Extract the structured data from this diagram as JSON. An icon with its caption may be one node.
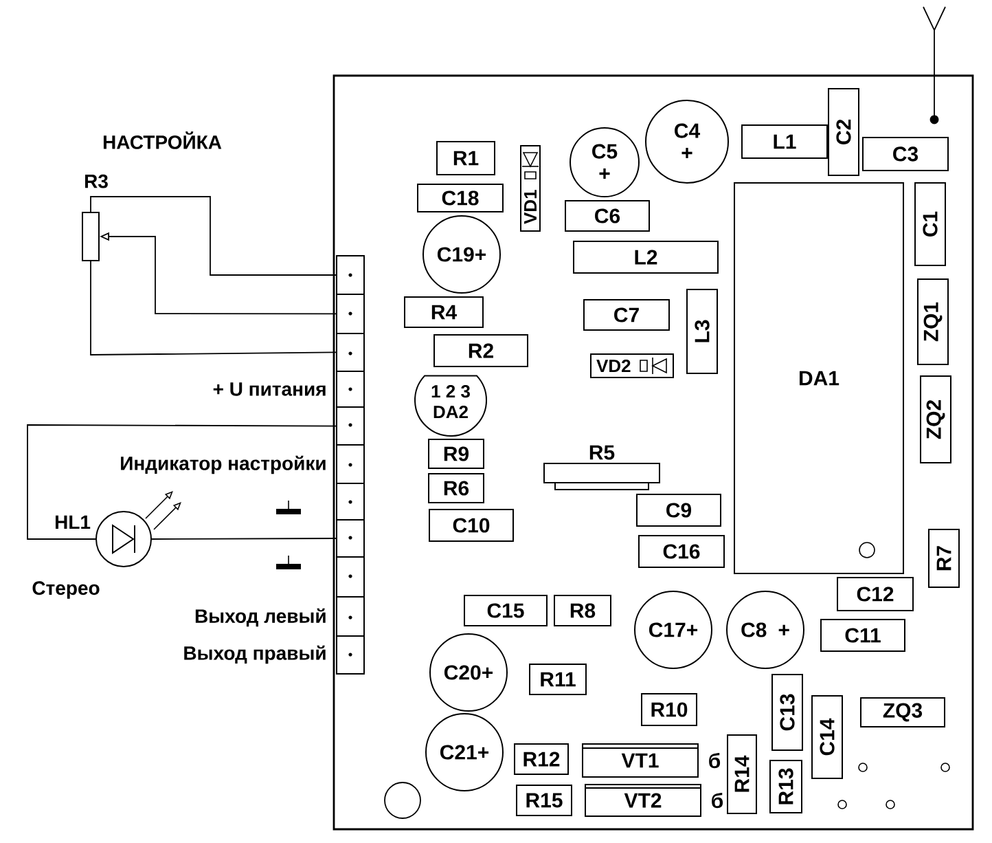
{
  "diagram": {
    "nodes": [
      {
        "text": [],
        "shape": "box"
      },
      {
        "text": [
          "R1"
        ],
        "in": 0
      },
      {
        "text": [
          "VD1"
        ],
        "in": 0
      },
      {
        "text": [
          "C5",
          "+"
        ],
        "in": 0
      },
      {
        "text": [
          "C4",
          "+"
        ],
        "in": 0
      },
      {
        "text": [
          "L1"
        ],
        "in": 0
      },
      {
        "text": [
          "C2"
        ],
        "in": 0
      },
      {
        "text": [
          "C3"
        ],
        "in": 0
      },
      {
        "text": [
          "C18"
        ],
        "in": 0
      },
      {
        "text": [
          "C6"
        ],
        "in": 0
      },
      {
        "text": [
          "DA1"
        ],
        "in": 0
      },
      {
        "text": [
          "C1"
        ],
        "in": 0
      },
      {
        "text": [
          "C19+"
        ],
        "in": 0
      },
      {
        "text": [
          "L2"
        ],
        "in": 0
      },
      {
        "text": [
          "R4"
        ],
        "in": 0
      },
      {
        "text": [
          "C7"
        ],
        "in": 0
      },
      {
        "text": [
          "L3"
        ],
        "in": 0
      },
      {
        "text": [
          "ZQ1"
        ],
        "in": 0
      },
      {
        "text": [
          "R2"
        ],
        "in": 0
      },
      {
        "text": [
          "VD2"
        ],
        "in": 0
      },
      {
        "text": [
          "1 2 3",
          "DA2"
        ],
        "in": 0
      },
      {
        "text": [
          "ZQ2"
        ],
        "in": 0
      },
      {
        "text": [
          "R5"
        ],
        "in": 0
      },
      {
        "text": [
          "R9"
        ],
        "in": 0
      },
      {
        "text": [
          "R6"
        ],
        "in": 0
      },
      {
        "text": [
          "C9"
        ],
        "in": 0
      },
      {
        "text": [
          "C10"
        ],
        "in": 0
      },
      {
        "text": [
          "C16"
        ],
        "in": 0
      },
      {
        "text": [
          "R7"
        ],
        "in": 0
      },
      {
        "text": [
          "C12"
        ],
        "in": 0
      },
      {
        "text": [
          "C15"
        ],
        "in": 0
      },
      {
        "text": [
          "R8"
        ],
        "in": 0
      },
      {
        "text": [
          "C17+"
        ],
        "in": 0
      },
      {
        "text": [
          "C8",
          "+"
        ],
        "in": 0
      },
      {
        "text": [
          "C11"
        ],
        "in": 0
      },
      {
        "text": [
          "C20+"
        ],
        "in": 0
      },
      {
        "text": [
          "R11"
        ],
        "in": 0
      },
      {
        "text": [
          "R10"
        ],
        "in": 0
      },
      {
        "text": [
          "C13"
        ],
        "in": 0
      },
      {
        "text": [
          "ZQ3"
        ],
        "in": 0
      },
      {
        "text": [
          "C14"
        ],
        "in": 0
      },
      {
        "text": [
          "C21+"
        ],
        "in": 0
      },
      {
        "text": [
          "R12"
        ],
        "in": 0
      },
      {
        "text": [
          "VT1"
        ],
        "in": 0,
        "beside": [
          "б"
        ]
      },
      {
        "text": [
          "R14"
        ],
        "in": 0
      },
      {
        "text": [
          "R13"
        ],
        "in": 0
      },
      {
        "text": [
          "R15"
        ],
        "in": 0
      },
      {
        "text": [
          "VT2"
        ],
        "in": 0,
        "beside": [
          "б"
        ]
      },
      {
        "text": [],
        "shape": "box",
        "in": 0
      },
      {
        "text": [],
        "shape": "box",
        "in": 0
      },
      {
        "text": [],
        "shape": "box",
        "in": 0
      },
      {
        "text": [],
        "shape": "box",
        "in": 0,
        "beside": [
          "+ U питания"
        ]
      },
      {
        "text": [],
        "shape": "box",
        "in": 0
      },
      {
        "text": [],
        "shape": "box",
        "in": 0,
        "beside": [
          "Индикатор настройки"
        ]
      },
      {
        "text": [],
        "shape": "box",
        "in": 0
      },
      {
        "text": [],
        "shape": "box",
        "in": 0
      },
      {
        "text": [],
        "shape": "box",
        "in": 0
      },
      {
        "text": [],
        "shape": "box",
        "in": 0,
        "beside": [
          "Выход левый"
        ]
      },
      {
        "text": [],
        "shape": "box",
        "in": 0,
        "beside": [
          "Выход правый"
        ]
      },
      {
        "text": [
          "R3"
        ],
        "beside": [
          "НАСТРОЙКА"
        ]
      },
      {
        "text": [
          "HL1"
        ],
        "beside": [
          "Стерео"
        ]
      }
    ],
    "edges": [
      {
        "from": 48,
        "to": 59,
        "arrow": "none"
      },
      {
        "from": 49,
        "to": 59,
        "arrow": "to"
      },
      {
        "from": 50,
        "to": 59,
        "arrow": "none"
      },
      {
        "from": 60,
        "to": 52,
        "arrow": "none"
      },
      {
        "from": 60,
        "to": 55,
        "arrow": "none"
      }
    ]
  }
}
